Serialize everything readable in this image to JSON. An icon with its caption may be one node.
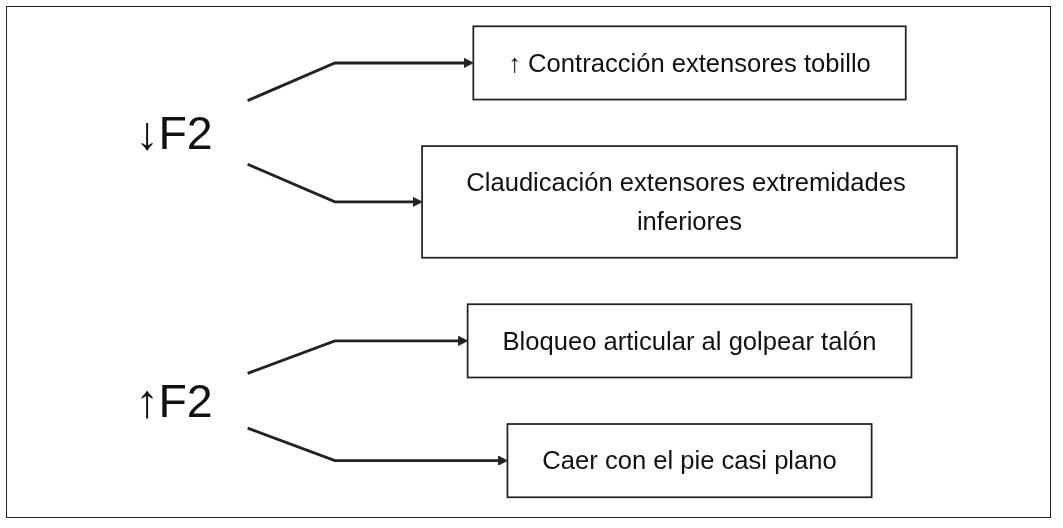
{
  "diagram": {
    "nodes": [
      {
        "text": [
          "↓F2"
        ]
      },
      {
        "text": [
          "↑ Contracción extensores tobillo"
        ]
      },
      {
        "text": [
          "Claudicación extensores extremidades inferiores"
        ]
      },
      {
        "text": [
          "↑F2"
        ]
      },
      {
        "text": [
          "Bloqueo articular al golpear talón"
        ]
      },
      {
        "text": [
          "Caer con el pie casi plano"
        ]
      }
    ],
    "edges": [
      {
        "from": 0,
        "to": 1,
        "arrow": "to"
      },
      {
        "from": 0,
        "to": 2,
        "arrow": "to"
      },
      {
        "from": 3,
        "to": 4,
        "arrow": "to"
      },
      {
        "from": 3,
        "to": 5,
        "arrow": "to"
      }
    ]
  }
}
